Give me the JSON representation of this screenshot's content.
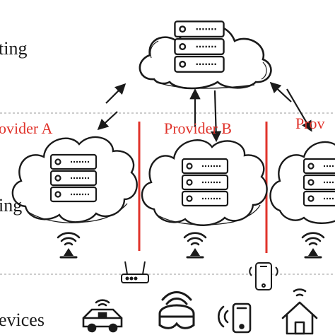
{
  "tiers": {
    "cloud_label": "ting",
    "edge_label": "ing",
    "devices_label": "evices"
  },
  "providers": [
    {
      "label": "ovider A"
    },
    {
      "label": "Provider B"
    },
    {
      "label": "Prov"
    }
  ],
  "colors": {
    "divider": "#e0332b",
    "provider_text": "#e0332b",
    "stroke": "#1a1a1a",
    "dashed_line": "#9a9a9a"
  },
  "icons": {
    "cloud_server": "server-rack-icon",
    "edge_server": "server-rack-icon",
    "edge_wireless": "wireless-signal-icon",
    "router": "router-icon",
    "phone": "smartphone-icon",
    "car": "connected-car-icon",
    "vr": "vr-headset-icon",
    "handheld": "handheld-device-icon",
    "home": "smart-home-icon"
  }
}
